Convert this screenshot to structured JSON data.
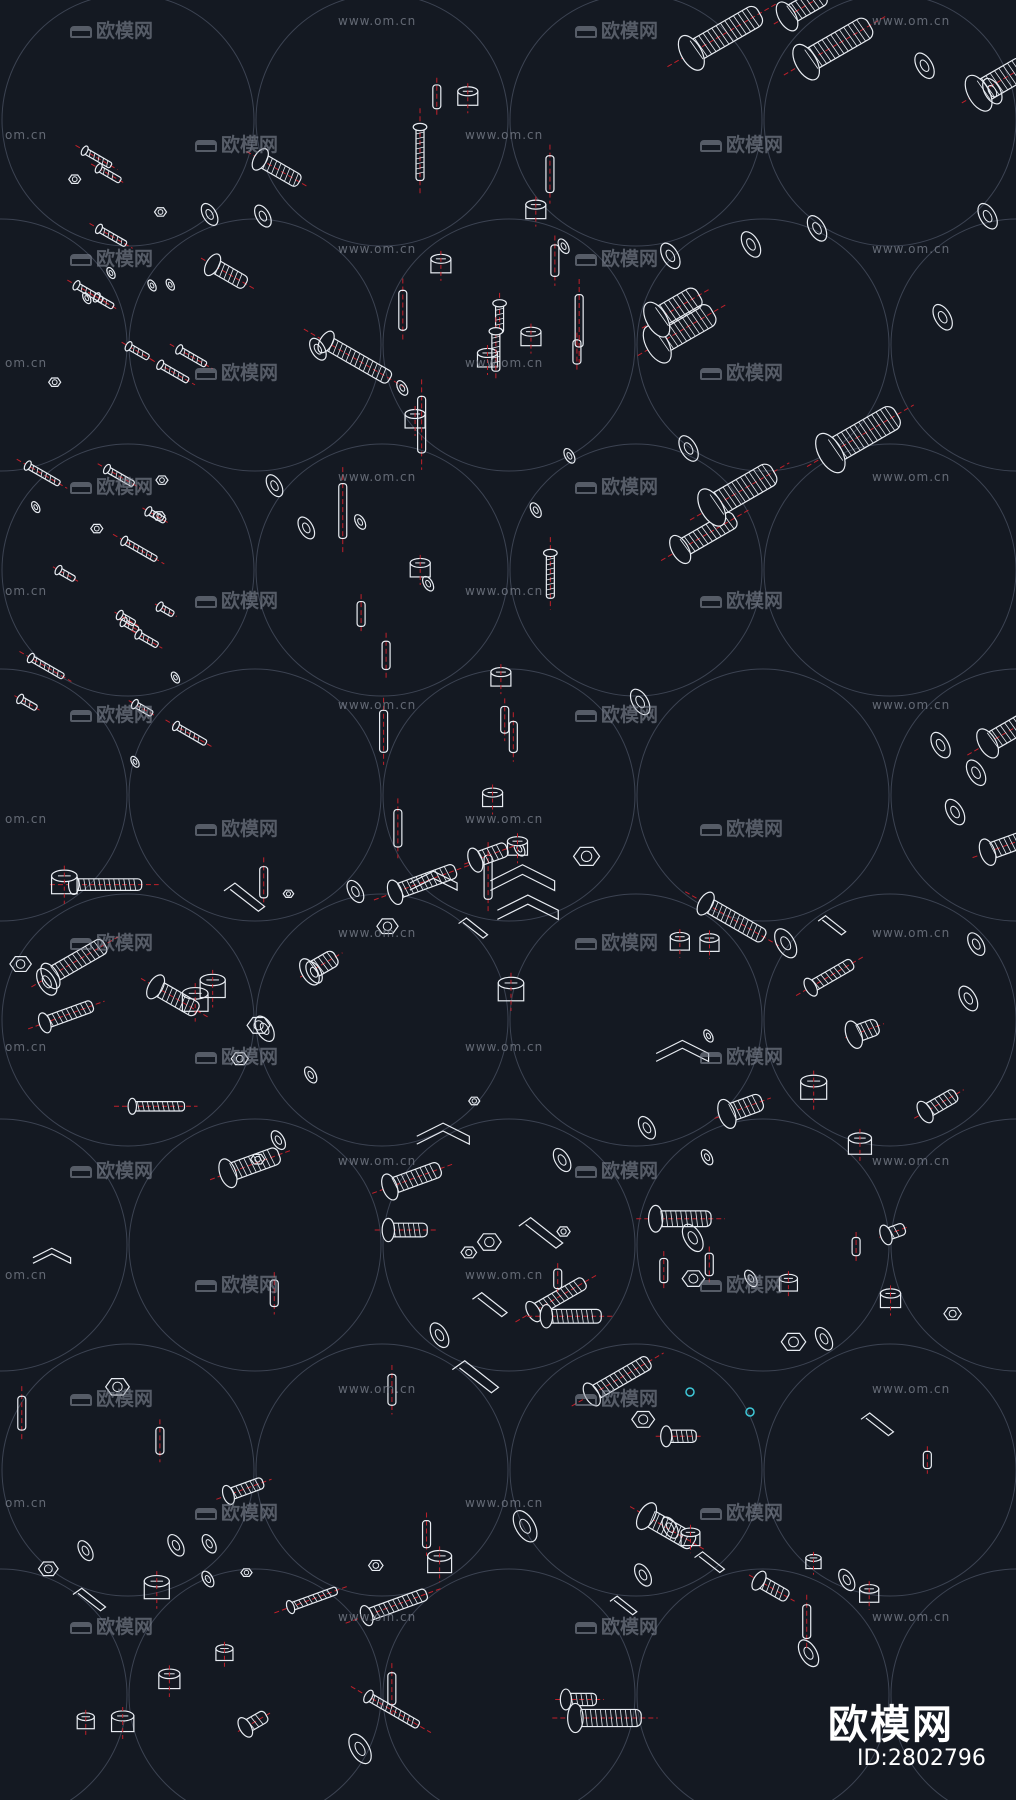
{
  "watermark": {
    "site_text": "www.om.cn",
    "site_text_alt": "om.cn",
    "brand_text": "欧模网"
  },
  "logo": {
    "brand": "欧模网",
    "id_label": "ID:2802796"
  },
  "colors": {
    "background": "#141922",
    "line": "#e8ecf2",
    "centerline": "#c0202a",
    "grid_arc": "#3c4352",
    "accent_cyan": "#3fc8d8"
  },
  "drawing": {
    "subject": "fastener-and-hardware-cad-blocks",
    "icon_names": [
      "screw-icon",
      "bolt-icon",
      "washer-icon",
      "nut-icon",
      "cam-lock-icon",
      "hex-key-icon",
      "bracket-icon",
      "dowel-icon"
    ]
  }
}
